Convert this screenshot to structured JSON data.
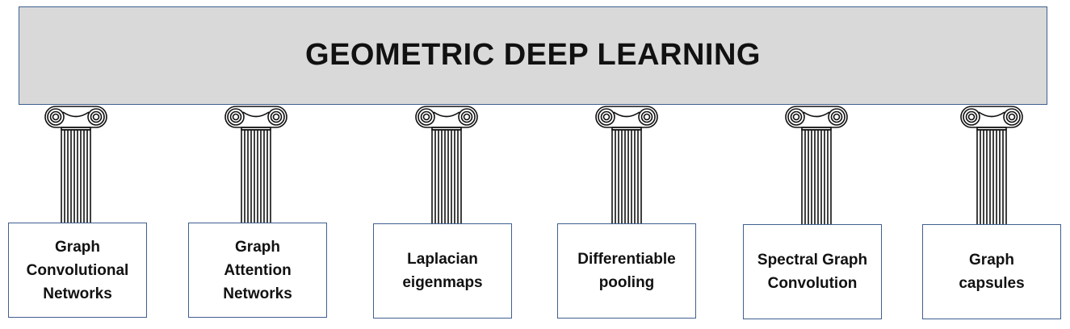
{
  "banner": {
    "title": "GEOMETRIC DEEP LEARNING"
  },
  "pillars": [
    {
      "label": "Graph\nConvolutional\nNetworks"
    },
    {
      "label": "Graph\nAttention\nNetworks"
    },
    {
      "label": "Laplacian\neigenmaps"
    },
    {
      "label": "Differentiable\npooling"
    },
    {
      "label": "Spectral Graph\nConvolution"
    },
    {
      "label": "Graph\ncapsules"
    }
  ],
  "icons": {
    "column": "ionic-column-icon"
  }
}
